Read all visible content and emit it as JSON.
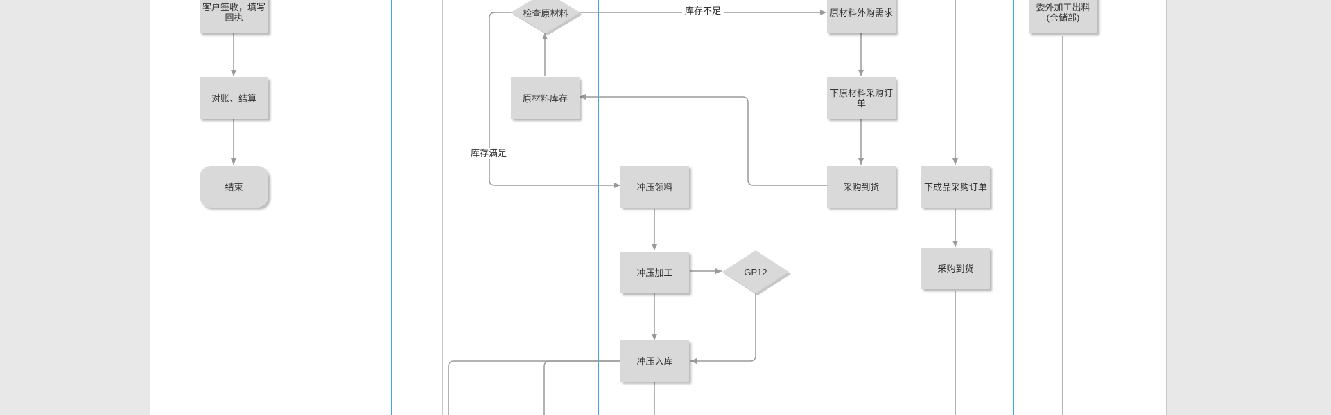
{
  "nodes": {
    "customer_sign": "客户签收，填写回执",
    "reconcile": "对账、结算",
    "end": "结束",
    "check_material": "检查原材料",
    "material_stock": "原材料库存",
    "material_external_demand": "原材料外购需求",
    "place_material_po": "下原材料采购订单",
    "purchase_arrival_1": "采购到货",
    "stamping_pick": "冲压领料",
    "place_finished_po": "下成品采购订单",
    "purchase_arrival_2": "采购到货",
    "stamping_process": "冲压加工",
    "gp12": "GP12",
    "stamping_storage": "冲压入库",
    "outsource_dispatch": "委外加工出料(仓储部)"
  },
  "edge_labels": {
    "stock_short": "库存不足",
    "stock_ok": "库存满足"
  },
  "colors": {
    "node_fill": "#d9d9d9",
    "connector": "#9a9a9a",
    "lane_line": "#3fa9d8",
    "page_bg": "#e8e8e8"
  }
}
